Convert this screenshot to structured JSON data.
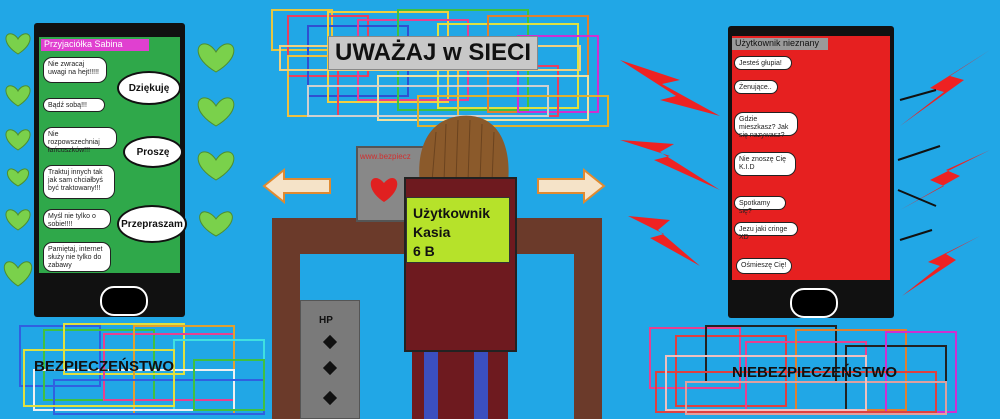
{
  "title": "UWAŻAJ w SIECI",
  "left_phone": {
    "header": "Przyjaciółka Sabina",
    "messages": [
      "Nie zwracaj uwagi na hejt!!!!!",
      "Bądź sobą!!!",
      "Nie rozpowszechniaj łańcuszków!!!",
      "Traktuj innych tak jak sam chciałbyś być traktowany!!!",
      "Myśl nie tylko o sobie!!!!",
      "Pamiętaj, internet służy nie tylko do zabawy"
    ],
    "replies": [
      "Dziękuję",
      "Proszę",
      "Przepraszam"
    ]
  },
  "right_phone": {
    "header": "Użytkownik nieznany",
    "messages": [
      "Jesteś głupia!",
      "Żenujące..",
      "Gdzie mieszkasz? Jak się nazywasz?",
      "Nie znoszę Cię K.I.D",
      "Spotkamy się?",
      "Jezu jaki cringe XD",
      "Ośmieszę Cię!"
    ]
  },
  "center": {
    "monitor_url": "www.bezpiecz",
    "user_card": {
      "line1": "Użytkownik",
      "line2": "Kasia",
      "line3": "6 B"
    },
    "computer_label": "HP"
  },
  "labels": {
    "safety": "BEZPIECZEŃSTWO",
    "danger": "NIEBEZPIECZEŃSTWO"
  },
  "colors": {
    "background": "#21a7e6",
    "left_screen": "#2fa84a",
    "right_screen": "#e62020",
    "card": "#b6e22a",
    "header_pink": "#e040d0",
    "lightning": "#ee2222",
    "heart": "#7ad14b"
  }
}
